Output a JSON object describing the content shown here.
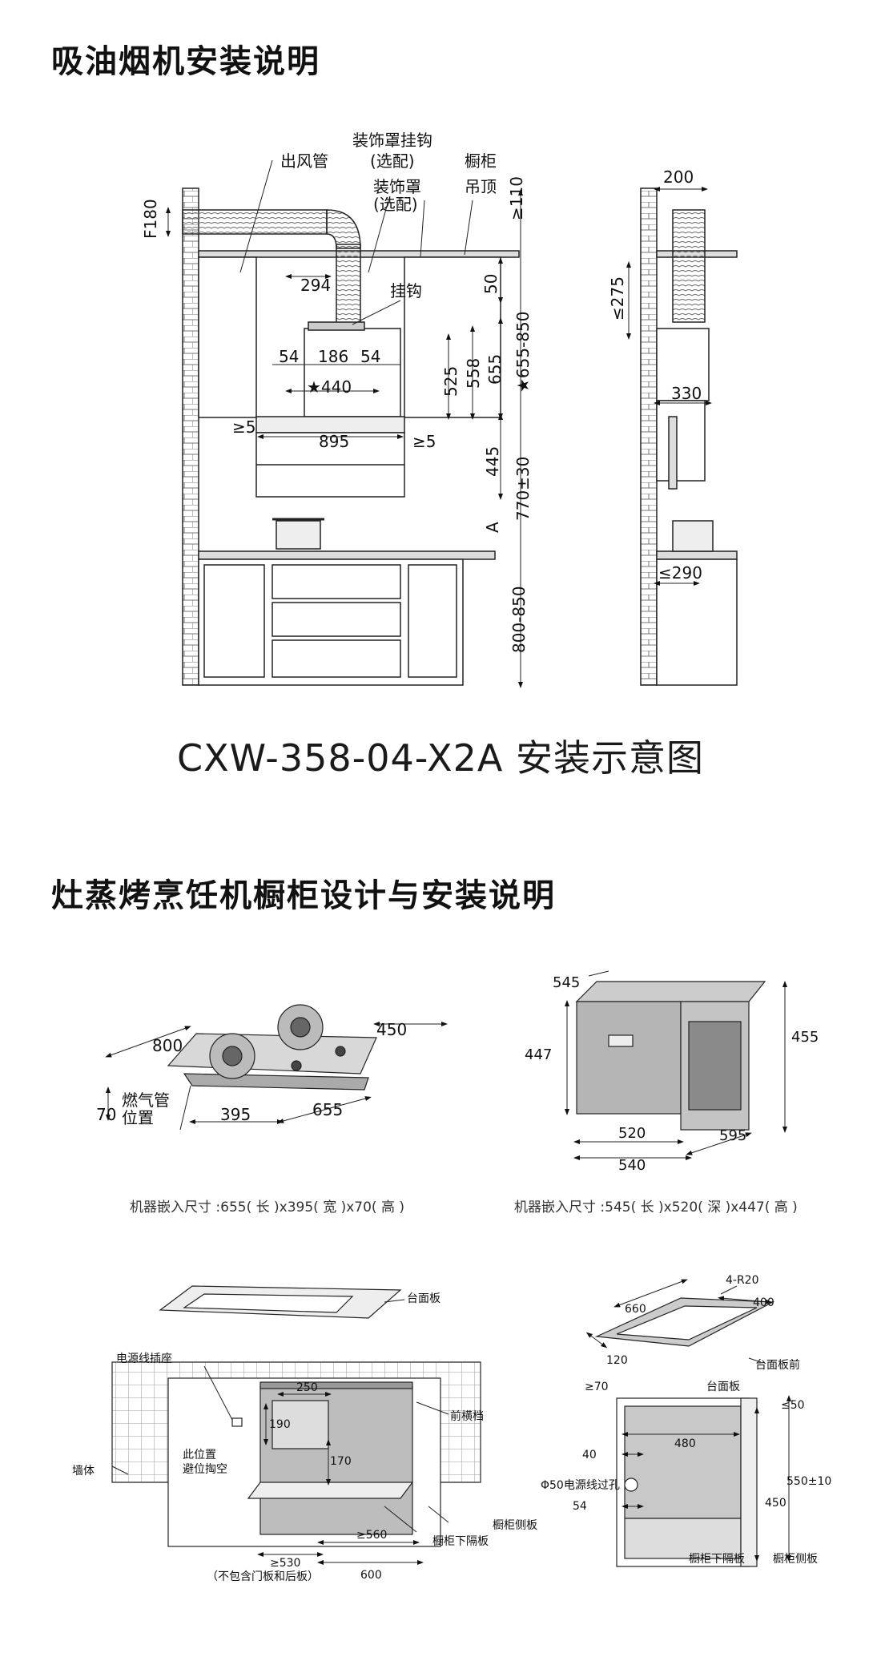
{
  "titles": {
    "hood": "吸油烟机安装说明",
    "cabinet": "灶蒸烤烹饪机橱柜设计与安装说明"
  },
  "hood_diagram": {
    "caption": "CXW-358-04-X2A 安装示意图",
    "labels": {
      "duct": "出风管",
      "cover_hook": "装饰罩挂钩",
      "optional1": "(选配)",
      "cover": "装饰罩",
      "optional2": "(选配)",
      "cabinet": "橱柜",
      "ceiling": "吊顶",
      "hook": "挂钩"
    },
    "dims": {
      "f180": "F180",
      "ge110": "≥110",
      "d294": "294",
      "d50": "50",
      "d54a": "54",
      "d186": "186",
      "d54b": "54",
      "star440": "★440",
      "d525": "525",
      "d558": "558",
      "d655": "655",
      "star655_850": "★655-850",
      "ge5a": "≥5",
      "d895": "895",
      "ge5b": "≥5",
      "d445": "445",
      "d770": "770±30",
      "a": "A",
      "d800_850": "800-850",
      "side200": "200",
      "le275": "≤275",
      "side330": "330",
      "le290": "≤290"
    }
  },
  "hob": {
    "d800": "800",
    "d450": "450",
    "d70": "70",
    "gas_pipe1": "燃气管",
    "gas_pipe2": "位置",
    "d395": "395",
    "d655": "655",
    "caption": "机器嵌入尺寸 :655( 长 )x395( 宽 )x70( 高 )"
  },
  "oven": {
    "d545": "545",
    "d447": "447",
    "d455": "455",
    "d520": "520",
    "d540": "540",
    "d595": "595",
    "caption": "机器嵌入尺寸 :545( 长 )x520( 深 )x447( 高 )"
  },
  "cabinet_install": {
    "countertop": "台面板",
    "socket": "电源线插座",
    "wall": "墙体",
    "here1": "此位置",
    "here2": "避位掏空",
    "front_rail": "前横档",
    "d250": "250",
    "d190": "190",
    "d170": "170",
    "ge530": "≥530",
    "note": "（不包含门板和后板）",
    "ge560": "≥560",
    "d600": "600",
    "lower_board": "橱柜下隔板",
    "side_board": "橱柜侧板"
  },
  "oven_install": {
    "r20": "4-R20",
    "d660": "660",
    "d400": "400",
    "d120": "120",
    "front_top": "台面板前",
    "countertop": "台面板",
    "ge70": "≥70",
    "le50": "≤50",
    "d480": "480",
    "d40": "40",
    "d550": "550±10",
    "hole": "Φ50电源线过孔",
    "d450": "450",
    "d54": "54",
    "lower_board": "橱柜下隔板",
    "side_board": "橱柜侧板"
  }
}
